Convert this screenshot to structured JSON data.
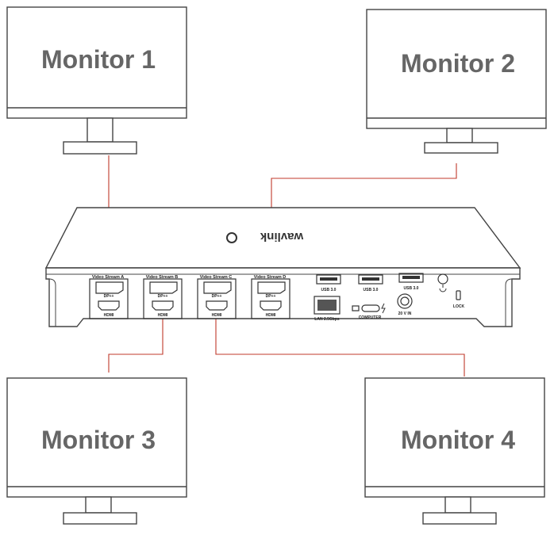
{
  "monitors": [
    {
      "id": "m1",
      "label": "Monitor 1"
    },
    {
      "id": "m2",
      "label": "Monitor 2"
    },
    {
      "id": "m3",
      "label": "Monitor 3"
    },
    {
      "id": "m4",
      "label": "Monitor 4"
    }
  ],
  "dock": {
    "brand": "wavlink",
    "streams": [
      {
        "label": "Video Stream A",
        "dp": "DP++",
        "hdmi": "HDMI"
      },
      {
        "label": "Video Stream B",
        "dp": "DP++",
        "hdmi": "HDMI"
      },
      {
        "label": "Video Stream C",
        "dp": "DP++",
        "hdmi": "HDMI"
      },
      {
        "label": "Video Stream D",
        "dp": "DP++",
        "hdmi": "HDMI"
      }
    ],
    "usb_labels": [
      "USB 3.0",
      "USB 3.0",
      "USB 3.0"
    ],
    "lan_label": "LAN 2.5Gbps",
    "computer_label": "COMPUTER",
    "power_label": "20 V IN",
    "lock_label": "LOCK"
  },
  "colors": {
    "line": "#444444",
    "connector": "#c0392b",
    "label": "#666666"
  }
}
